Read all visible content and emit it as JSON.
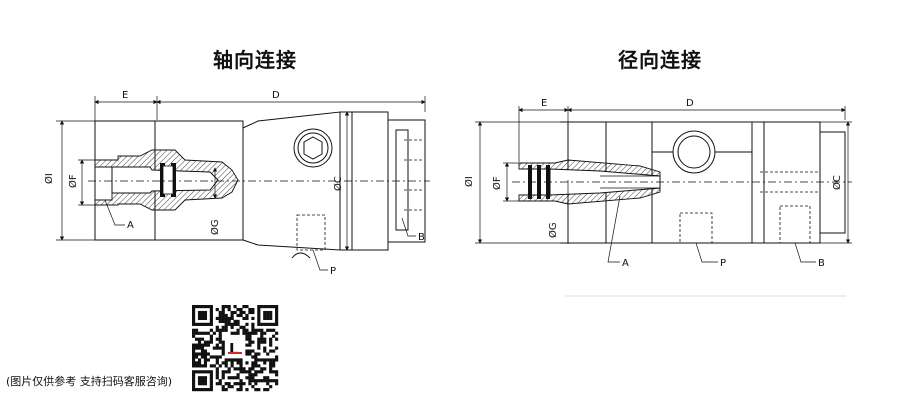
{
  "titles": {
    "axial": "轴向连接",
    "radial": "径向连接"
  },
  "caption": "(图片仅供参考 支持扫码客服咨询)",
  "labels": {
    "left": {
      "E": "E",
      "D": "D",
      "I": "ØI",
      "F": "ØF",
      "C": "ØC",
      "G": "ØG",
      "A": "A",
      "B": "B",
      "P": "P"
    },
    "right": {
      "E": "E",
      "D": "D",
      "I": "ØI",
      "F": "ØF",
      "C": "ØC",
      "G": "ØG",
      "A": "A",
      "B": "B",
      "P": "P"
    }
  },
  "qr": {
    "logo_letter": "L",
    "accent_color": "#1f5fbf",
    "logo_red": "#d12a2a"
  }
}
